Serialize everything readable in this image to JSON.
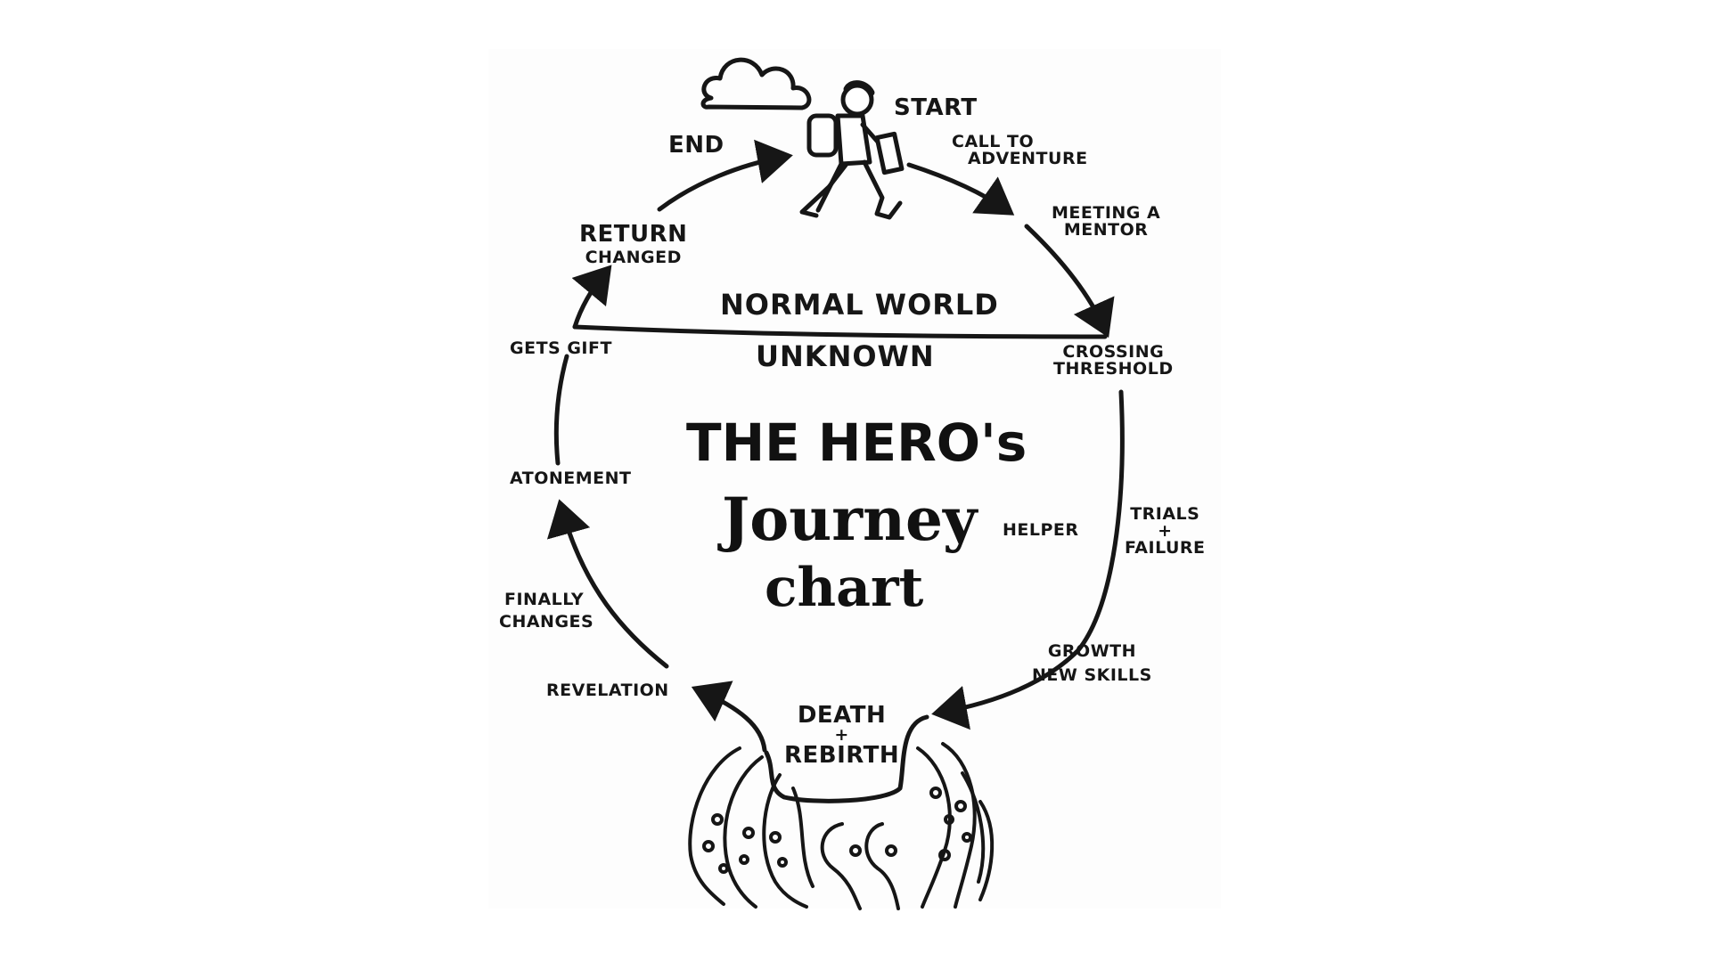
{
  "title": {
    "line1": "THE HERO's",
    "line2": "Journey",
    "line3": "chart"
  },
  "stages": {
    "start": "START",
    "end": "END",
    "call": [
      "CALL TO",
      "ADVENTURE"
    ],
    "mentor": [
      "MEETING A",
      "MENTOR"
    ],
    "crossing": [
      "CROSSING",
      "THRESHOLD"
    ],
    "trials": [
      "TRIALS",
      "+",
      "FAILURE"
    ],
    "helper": "HELPER",
    "growth": [
      "GROWTH",
      "NEW SKILLS"
    ],
    "death": [
      "DEATH",
      "+",
      "REBIRTH"
    ],
    "revelation": "REVELATION",
    "finally": [
      "FINALLY",
      "CHANGES"
    ],
    "atonement": "ATONEMENT",
    "gift": "GETS GIFT",
    "return": [
      "RETURN",
      "CHANGED"
    ]
  },
  "zones": {
    "normal": "NORMAL WORLD",
    "unknown": "UNKNOWN"
  },
  "colors": {
    "ink": "#161616",
    "paper": "#fdfdfd"
  }
}
